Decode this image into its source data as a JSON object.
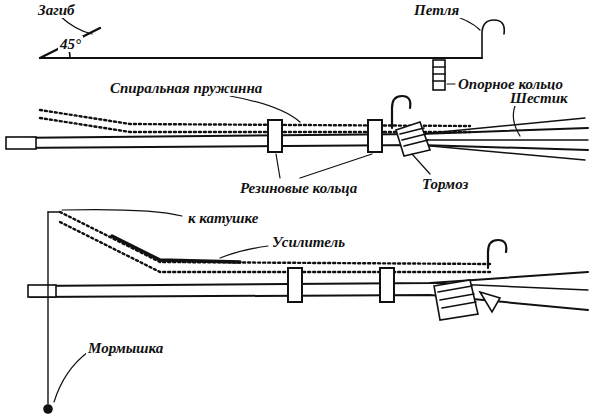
{
  "diagram": {
    "labels": [
      "Загиб",
      "45°",
      "Петля",
      "Опорное кольцо",
      "Спиральная пружинна",
      "Шестик",
      "Резиновые кольца",
      "Тормоз",
      "к катушке",
      "Усилитель",
      "Мормышка"
    ]
  }
}
